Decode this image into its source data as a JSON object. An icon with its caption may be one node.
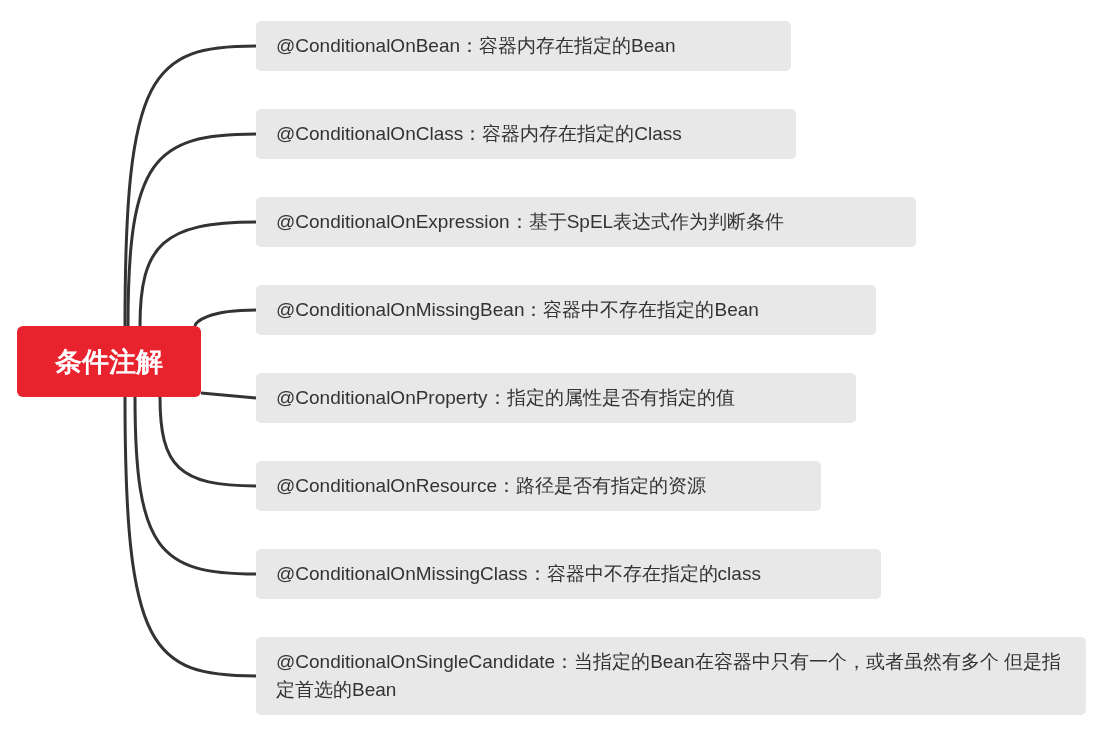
{
  "diagram": {
    "nodes": [
      {
        "text": [
          "条件注解"
        ]
      },
      {
        "text": [
          "@ConditionalOnBean：容器内存在指定的Bean"
        ]
      },
      {
        "text": [
          "@ConditionalOnClass：容器内存在指定的Class"
        ]
      },
      {
        "text": [
          "@ConditionalOnExpression：基于SpEL表达式作为判断条件"
        ]
      },
      {
        "text": [
          "@ConditionalOnMissingBean：容器中不存在指定的Bean"
        ]
      },
      {
        "text": [
          "@ConditionalOnProperty：指定的属性是否有指定的值"
        ]
      },
      {
        "text": [
          "@ConditionalOnResource：路径是否有指定的资源"
        ]
      },
      {
        "text": [
          "@ConditionalOnMissingClass：容器中不存在指定的class"
        ]
      },
      {
        "text": [
          "@ConditionalOnSingleCandidate：当指定的Bean在容器中只有一个，或者虽然有多个 但是指定首选的Bean"
        ]
      }
    ],
    "edges": [
      {
        "from": 0,
        "to": 1,
        "arrow": "none"
      },
      {
        "from": 0,
        "to": 2,
        "arrow": "none"
      },
      {
        "from": 0,
        "to": 3,
        "arrow": "none"
      },
      {
        "from": 0,
        "to": 4,
        "arrow": "none"
      },
      {
        "from": 0,
        "to": 5,
        "arrow": "none"
      },
      {
        "from": 0,
        "to": 6,
        "arrow": "none"
      },
      {
        "from": 0,
        "to": 7,
        "arrow": "none"
      },
      {
        "from": 0,
        "to": 8,
        "arrow": "none"
      }
    ]
  }
}
